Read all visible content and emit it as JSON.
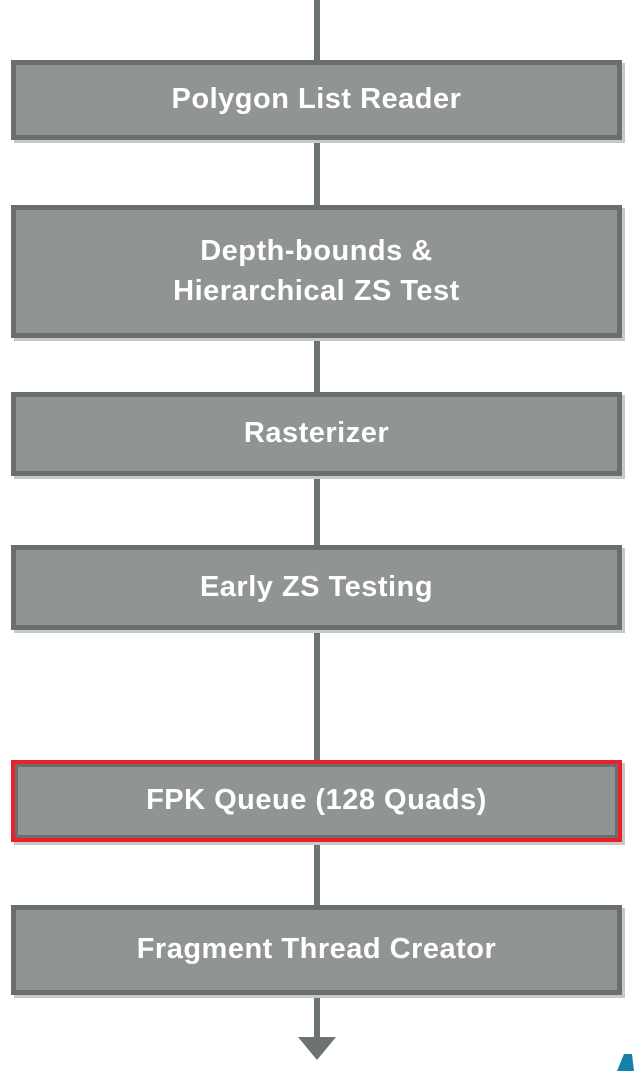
{
  "diagram": {
    "nodes": [
      {
        "label": "Polygon List Reader",
        "highlighted": false
      },
      {
        "label": "Depth-bounds &\nHierarchical ZS Test",
        "highlighted": false
      },
      {
        "label": "Rasterizer",
        "highlighted": false
      },
      {
        "label": "Early ZS Testing",
        "highlighted": false
      },
      {
        "label": "FPK Queue (128 Quads)",
        "highlighted": true
      },
      {
        "label": "Fragment Thread Creator",
        "highlighted": false
      }
    ],
    "flow_direction": "top-to-bottom",
    "arrow": "down-arrow at bottom"
  },
  "colors": {
    "box-fill": "#909492",
    "box-border": "#696f6d",
    "line": "#6d7371",
    "highlight": "#e9212b",
    "text": "#ffffff",
    "shadow": "#c7c9c8",
    "corner": "#1481a8"
  }
}
